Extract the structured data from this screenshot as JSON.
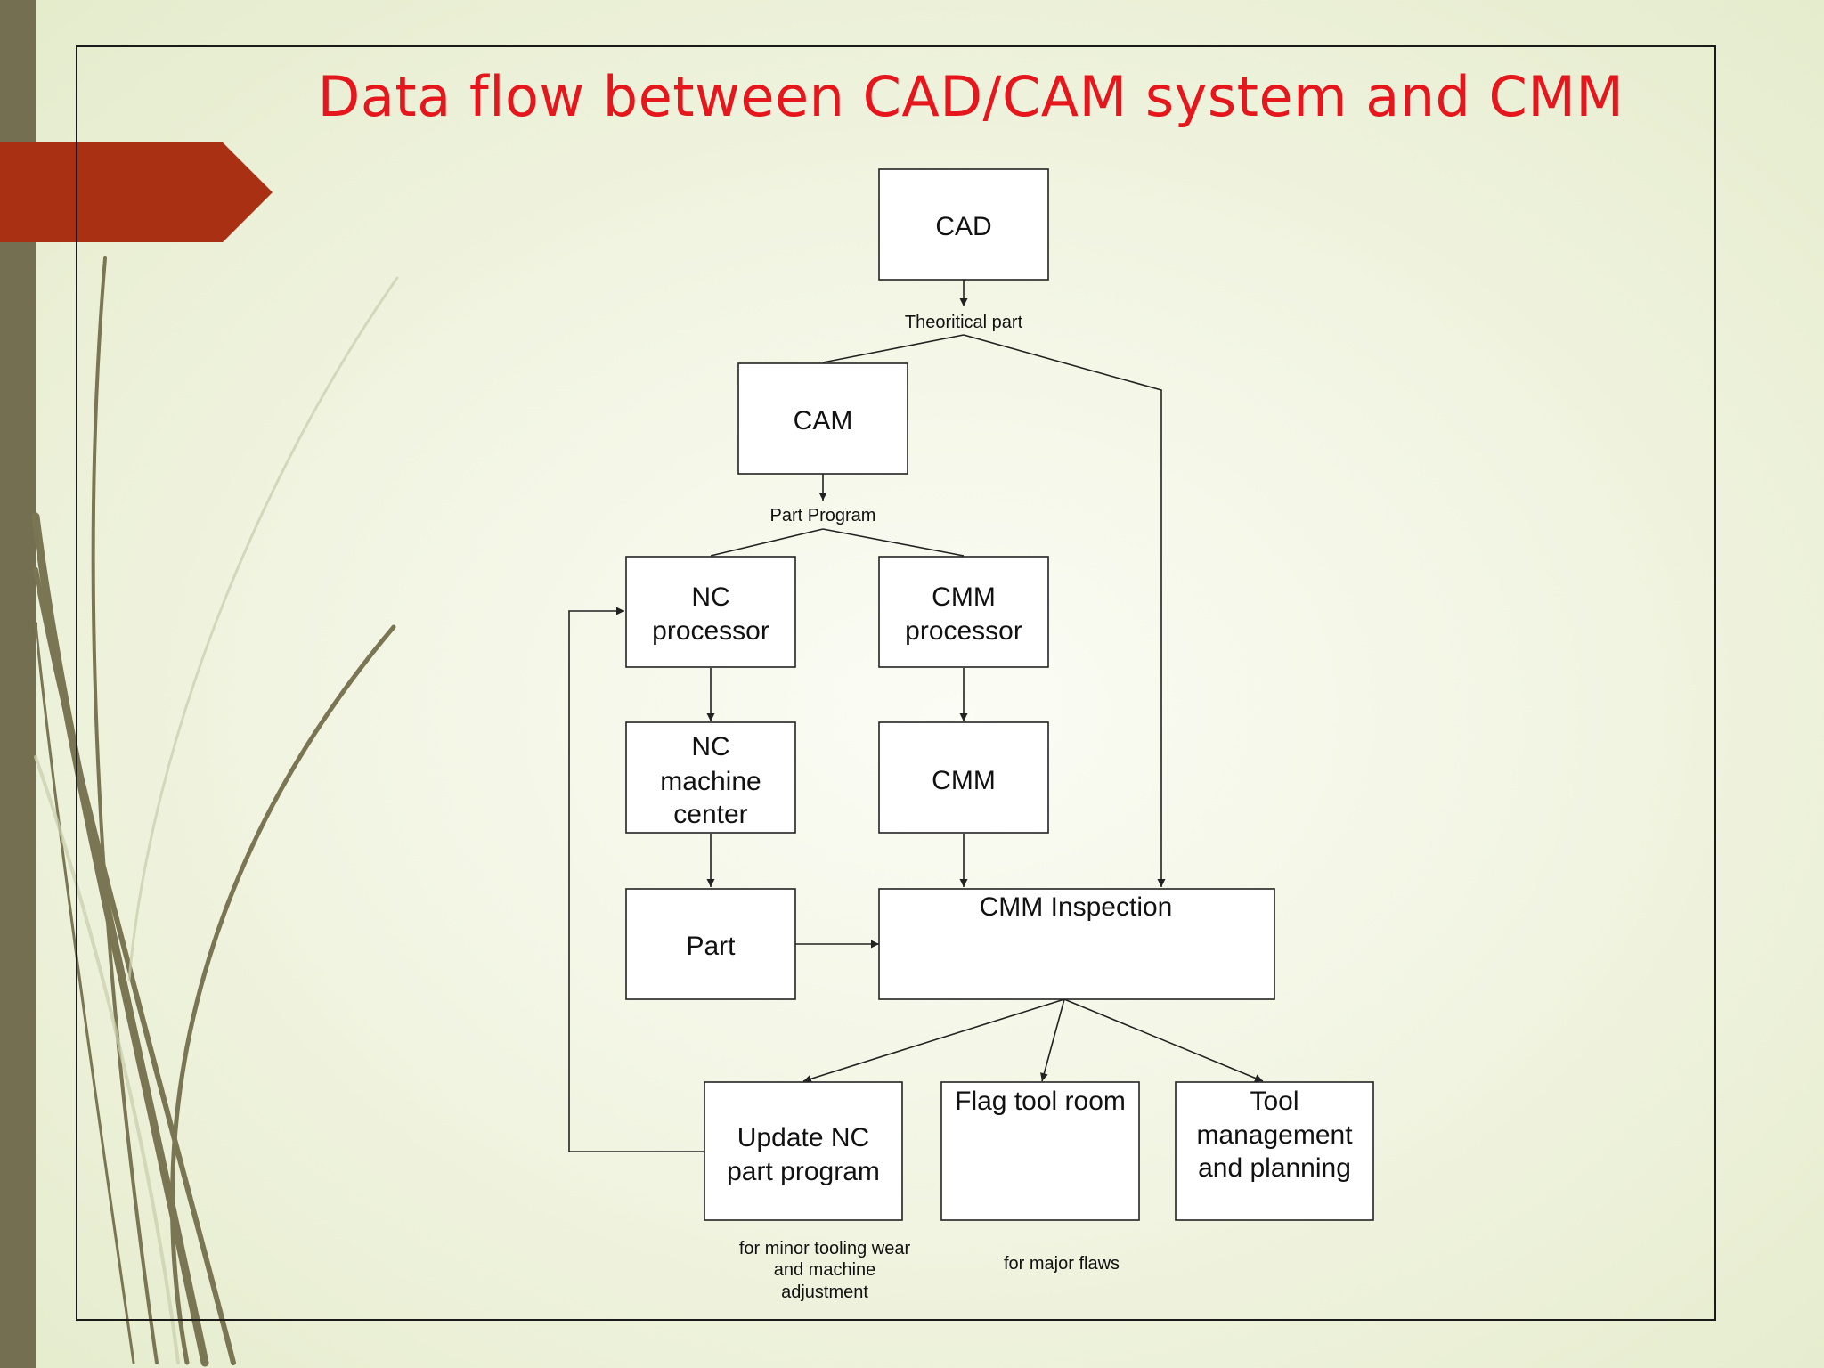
{
  "title": "Data flow between CAD/CAM system and CMM",
  "nodes": {
    "cad": [
      "CAD"
    ],
    "cam": [
      "CAM"
    ],
    "nc_processor": [
      "NC",
      "processor"
    ],
    "cmm_processor": [
      "CMM",
      "processor"
    ],
    "nc_machine_center": [
      "NC",
      "machine",
      "center"
    ],
    "cmm": [
      "CMM"
    ],
    "part": [
      "Part"
    ],
    "cmm_inspection": [
      "CMM Inspection"
    ],
    "update_nc": [
      "Update NC",
      "part program"
    ],
    "flag_tool_room": [
      "Flag tool room"
    ],
    "tool_management": [
      "Tool",
      "management",
      "and planning"
    ]
  },
  "edge_labels": {
    "theoretical_part": "Theoritical part",
    "part_program": "Part Program",
    "minor_wear": [
      "for minor tooling wear",
      "and machine",
      "adjustment"
    ],
    "major_flaws": "for major flaws"
  },
  "colors": {
    "title": "#e5161c",
    "accent_flag": "#a93013",
    "side_bar": "#736f50"
  }
}
